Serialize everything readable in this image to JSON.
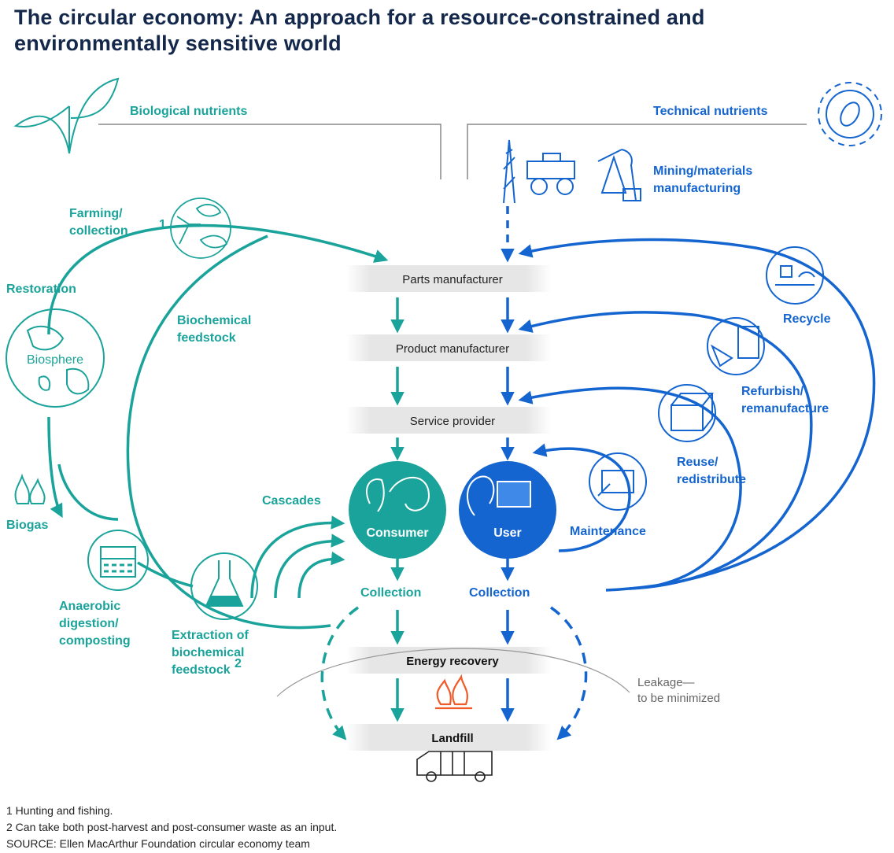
{
  "title": {
    "line1": "The circular economy: An approach for a resource-constrained and",
    "line2": "environmentally sensitive world"
  },
  "colors": {
    "title": "#14284b",
    "biological": "#1aa39a",
    "technical": "#1565d0",
    "fire": "#f05a28",
    "band": "#e9e9e9"
  },
  "labels": {
    "biological_nutrients": "Biological nutrients",
    "technical_nutrients": "Technical nutrients",
    "mining_1": "Mining/materials",
    "mining_2": "manufacturing",
    "farming_1": "Farming/",
    "farming_2": "collection",
    "farming_sup": "1",
    "restoration": "Restoration",
    "biosphere": "Biosphere",
    "biochemical_1": "Biochemical",
    "biochemical_2": "feedstock",
    "biogas": "Biogas",
    "cascades": "Cascades",
    "anaerobic_1": "Anaerobic",
    "anaerobic_2": "digestion/",
    "anaerobic_3": "composting",
    "extraction_1": "Extraction of",
    "extraction_2": "biochemical",
    "extraction_3": "feedstock",
    "extraction_sup": "2",
    "consumer": "Consumer",
    "user": "User",
    "maintenance": "Maintenance",
    "collection_left": "Collection",
    "collection_right": "Collection",
    "recycle": "Recycle",
    "refurbish_1": "Refurbish/",
    "refurbish_2": "remanufacture",
    "reuse_1": "Reuse/",
    "reuse_2": "redistribute",
    "leakage_1": "Leakage—",
    "leakage_2": "to be minimized"
  },
  "stages": {
    "parts_manufacturer": "Parts manufacturer",
    "product_manufacturer": "Product manufacturer",
    "service_provider": "Service provider",
    "energy_recovery": "Energy recovery",
    "landfill": "Landfill"
  },
  "footnotes": {
    "note1": "1  Hunting and fishing.",
    "note2": "2  Can take both post-harvest and post-consumer waste as an input.",
    "source": "SOURCE:  Ellen MacArthur Foundation circular economy team"
  }
}
